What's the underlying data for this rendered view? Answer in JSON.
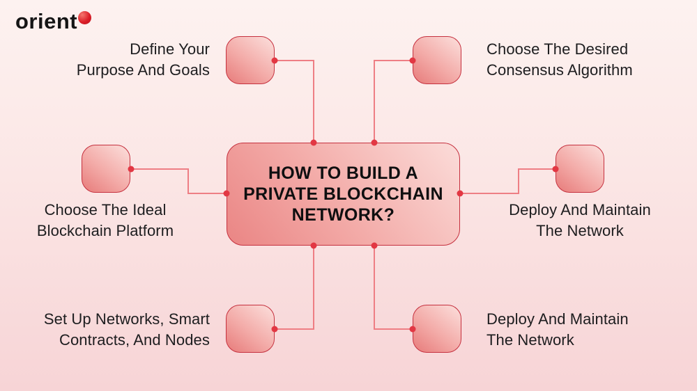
{
  "logo": {
    "brand": "orient"
  },
  "center_box": {
    "title": "HOW TO BUILD A\nPRIVATE BLOCKCHAIN\nNETWORK?"
  },
  "steps": {
    "top_left": "Define Your\nPurpose And Goals",
    "top_right": "Choose The Desired\nConsensus Algorithm",
    "mid_left": "Choose The Ideal\nBlockchain Platform",
    "mid_right": "Deploy And Maintain\nThe Network",
    "bottom_left": "Set Up Networks, Smart\nContracts, And Nodes",
    "bottom_right": "Deploy And Maintain\nThe Network"
  },
  "colors": {
    "background_top": "#fdf2f0",
    "background_bottom": "#f7d4d6",
    "node_fill_light": "#fbdcd9",
    "node_fill_dark": "#e87f7e",
    "node_border": "#c5303e",
    "connector_line": "#ee7e84",
    "connector_dot": "#e23743",
    "text": "#1d1d1f",
    "brand_text": "#151515",
    "brand_ball": "#d31723"
  }
}
